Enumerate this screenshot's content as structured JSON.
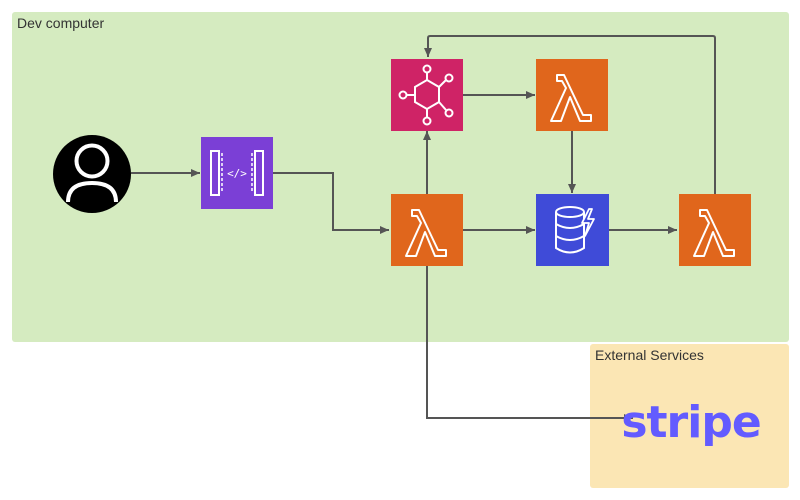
{
  "regions": {
    "dev_computer": {
      "label": "Dev computer",
      "color": "#d5ebc0"
    },
    "external_services": {
      "label": "External Services",
      "color": "#fbe6b4"
    }
  },
  "nodes": {
    "user": {
      "icon": "user-icon"
    },
    "api_gateway": {
      "icon": "api-gateway-icon",
      "color": "#7b3fd6"
    },
    "eventbridge": {
      "icon": "eventbridge-icon",
      "color": "#cf2366"
    },
    "lambda_main": {
      "icon": "lambda-icon",
      "color": "#e0661c"
    },
    "lambda_event": {
      "icon": "lambda-icon",
      "color": "#e0661c"
    },
    "dynamodb": {
      "icon": "dynamodb-icon",
      "color": "#3f4bd8"
    },
    "lambda_stream": {
      "icon": "lambda-icon",
      "color": "#e0661c"
    },
    "stripe": {
      "label": "stripe",
      "color": "#635bff"
    }
  },
  "edges": [
    [
      "user",
      "api_gateway"
    ],
    [
      "api_gateway",
      "lambda_main"
    ],
    [
      "lambda_main",
      "eventbridge"
    ],
    [
      "eventbridge",
      "lambda_event"
    ],
    [
      "lambda_event",
      "dynamodb"
    ],
    [
      "lambda_main",
      "dynamodb"
    ],
    [
      "dynamodb",
      "lambda_stream"
    ],
    [
      "lambda_stream",
      "eventbridge"
    ],
    [
      "lambda_main",
      "stripe"
    ]
  ]
}
